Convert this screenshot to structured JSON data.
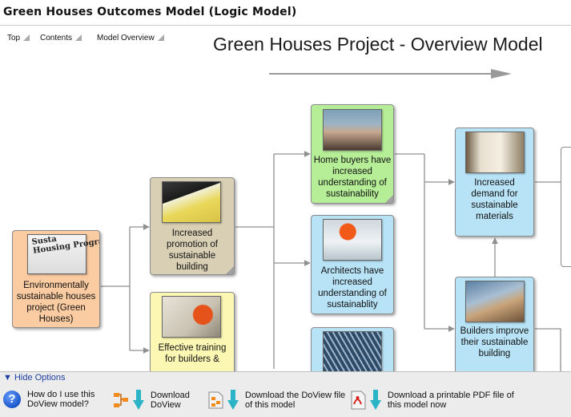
{
  "app": {
    "title": "Green Houses Outcomes Model (Logic Model)"
  },
  "nav": {
    "top": "Top",
    "contents": "Contents",
    "overview": "Model Overview"
  },
  "model": {
    "title": "Green Houses Project - Overview Model"
  },
  "boxes": {
    "project": {
      "label": "Environmentally sustainable houses project (Green Houses)",
      "photo_text": "Susta\nHousing Progra"
    },
    "promotion": {
      "label": "Increased promotion of sustainable building"
    },
    "training": {
      "label": "Effective training for builders &"
    },
    "home_buyers": {
      "label": "Home buyers have increased understanding of sustainability"
    },
    "architects": {
      "label": "Architects have increased understanding of sustainablity"
    },
    "demand": {
      "label": "Increased demand for sustainable materials"
    },
    "builders": {
      "label": "Builders improve their sustainable building"
    }
  },
  "options": {
    "hide": "▼ Hide Options",
    "how": "How do I use this DoView model?",
    "download_doview": "Download DoView",
    "download_file": "Download the DoView file of this model",
    "download_pdf": "Download a printable PDF file of this model now"
  },
  "colors": {
    "orange": "#fbcba1",
    "tan": "#d9cfb4",
    "yellow": "#fcf8b4",
    "green": "#b6ee98",
    "blue": "#b8e3f6",
    "link": "#1f3fa3"
  }
}
